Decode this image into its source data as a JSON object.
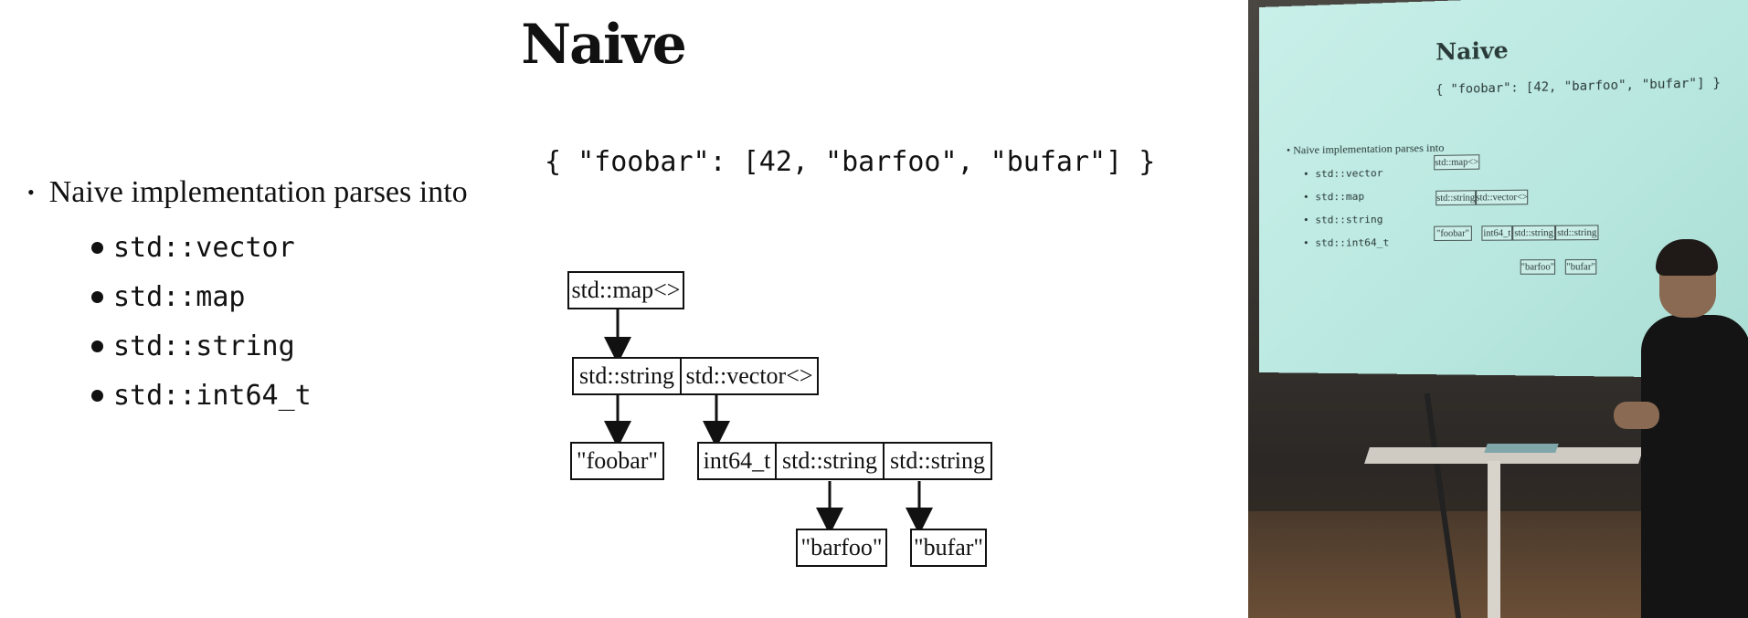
{
  "slide": {
    "title": "Naive",
    "bullet": "Naive implementation parses into",
    "sub_items": [
      "std::vector",
      "std::map",
      "std::string",
      "std::int64_t"
    ],
    "json_example": "{ \"foobar\": [42, \"barfoo\", \"bufar\"] }",
    "diagram": {
      "root": "std::map<>",
      "map_key": "std::string",
      "map_value": "std::vector<>",
      "key_value": "\"foobar\"",
      "vec_int": "int64_t",
      "vec_str1": "std::string",
      "vec_str2": "std::string",
      "str1_value": "\"barfoo\"",
      "str2_value": "\"bufar\""
    }
  },
  "video": {
    "screen_title": "Naive",
    "screen_json": "{ \"foobar\": [42, \"barfoo\", \"bufar\"] }",
    "screen_bullet": "Naive implementation parses into",
    "screen_sub_items": [
      "std::vector",
      "std::map",
      "std::string",
      "std::int64_t"
    ],
    "screen_diagram": {
      "root": "std::map<>",
      "map_key": "std::string",
      "map_value": "std::vector<>",
      "key_value": "\"foobar\"",
      "vec_int": "int64_t",
      "vec_str1": "std::string",
      "vec_str2": "std::string",
      "str1_value": "\"barfoo\"",
      "str2_value": "\"bufar\""
    }
  }
}
